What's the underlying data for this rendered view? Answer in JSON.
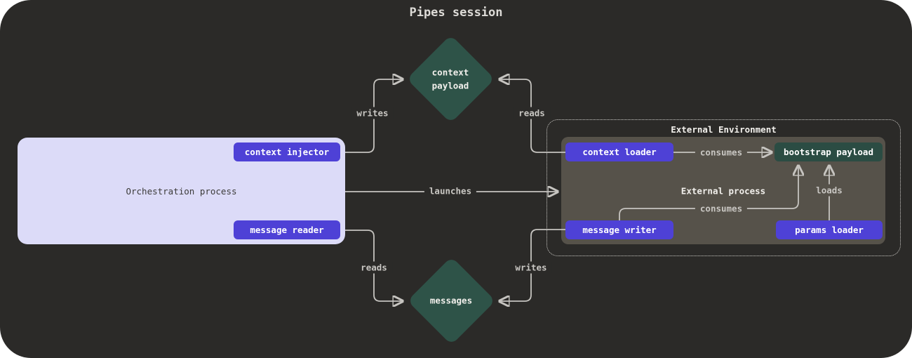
{
  "title": "Pipes session",
  "orchestration": {
    "label": "Orchestration process",
    "context_injector": "context injector",
    "message_reader": "message reader"
  },
  "external": {
    "environment_label": "External Environment",
    "process_label": "External process",
    "context_loader": "context loader",
    "bootstrap_payload": "bootstrap payload",
    "message_writer": "message writer",
    "params_loader": "params loader"
  },
  "diamonds": {
    "context_payload": "context\npayload",
    "messages": "messages"
  },
  "edge_labels": {
    "writes_top": "writes",
    "reads_top": "reads",
    "launches": "launches",
    "consumes_top": "consumes",
    "consumes_bottom": "consumes",
    "loads": "loads",
    "reads_bottom": "reads",
    "writes_bottom": "writes"
  },
  "colors": {
    "background": "#2b2a28",
    "node_purple": "#4e41d6",
    "diamond_green": "#2e5348",
    "payload_green": "#2b4c43",
    "panel_lavender": "#dcdbf8",
    "panel_gray": "#56524a",
    "edge_line": "#c6c4c0",
    "dotted_border": "#cfcdc9"
  }
}
